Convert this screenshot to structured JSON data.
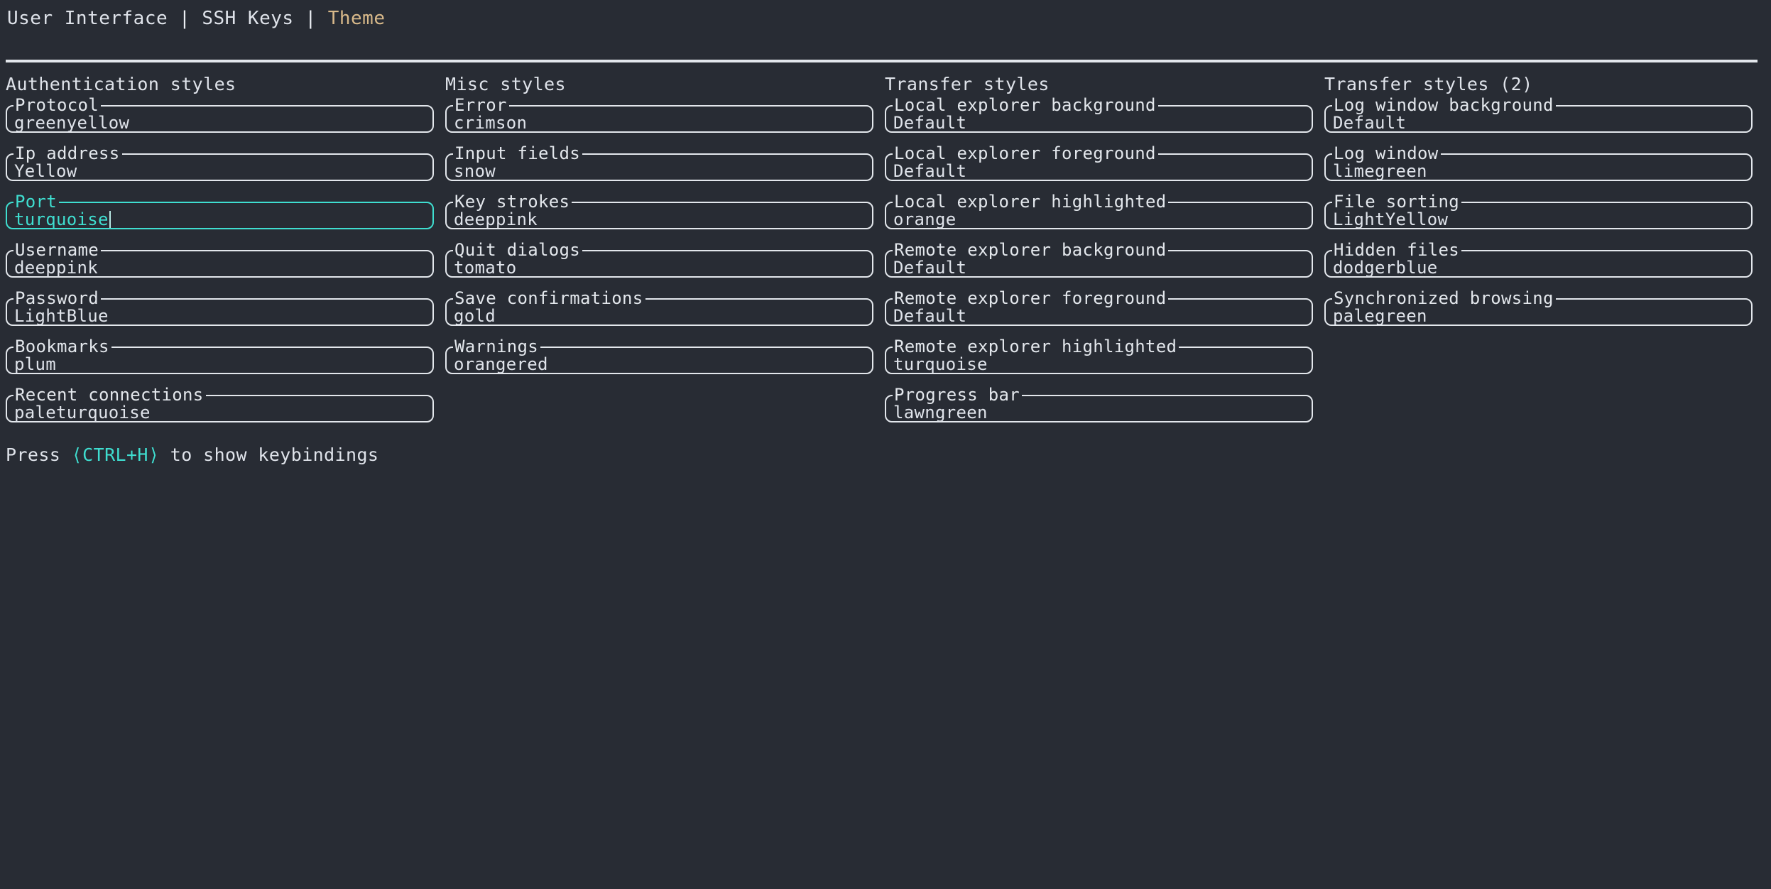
{
  "tabs": [
    {
      "label": "User Interface",
      "active": false
    },
    {
      "label": "SSH Keys",
      "active": false
    },
    {
      "label": "Theme",
      "active": true
    }
  ],
  "tab_separator": "|",
  "colors": {
    "background": "#282c34",
    "foreground": "#dfe3ea",
    "border": "#e3e7ec",
    "accent_focus": "#3fded0",
    "accent_tab_active": "#d8b98a"
  },
  "columns": [
    {
      "title": "Authentication styles",
      "fields": [
        {
          "label": "Protocol",
          "value": "greenyellow",
          "focused": false
        },
        {
          "label": "Ip address",
          "value": "Yellow",
          "focused": false
        },
        {
          "label": "Port",
          "value": "turquoise",
          "focused": true
        },
        {
          "label": "Username",
          "value": "deeppink",
          "focused": false
        },
        {
          "label": "Password",
          "value": "LightBlue",
          "focused": false
        },
        {
          "label": "Bookmarks",
          "value": "plum",
          "focused": false
        },
        {
          "label": "Recent connections",
          "value": "paleturquoise",
          "focused": false
        }
      ]
    },
    {
      "title": "Misc styles",
      "fields": [
        {
          "label": "Error",
          "value": "crimson",
          "focused": false
        },
        {
          "label": "Input fields",
          "value": "snow",
          "focused": false
        },
        {
          "label": "Key strokes",
          "value": "deeppink",
          "focused": false
        },
        {
          "label": "Quit dialogs",
          "value": "tomato",
          "focused": false
        },
        {
          "label": "Save confirmations",
          "value": "gold",
          "focused": false
        },
        {
          "label": "Warnings",
          "value": "orangered",
          "focused": false
        }
      ]
    },
    {
      "title": "Transfer styles",
      "fields": [
        {
          "label": "Local explorer background",
          "value": "Default",
          "focused": false
        },
        {
          "label": "Local explorer foreground",
          "value": "Default",
          "focused": false
        },
        {
          "label": "Local explorer highlighted",
          "value": "orange",
          "focused": false
        },
        {
          "label": "Remote explorer background",
          "value": "Default",
          "focused": false
        },
        {
          "label": "Remote explorer foreground",
          "value": "Default",
          "focused": false
        },
        {
          "label": "Remote explorer highlighted",
          "value": "turquoise",
          "focused": false
        },
        {
          "label": "Progress bar",
          "value": "lawngreen",
          "focused": false
        }
      ]
    },
    {
      "title": "Transfer styles (2)",
      "fields": [
        {
          "label": "Log window background",
          "value": "Default",
          "focused": false
        },
        {
          "label": "Log window",
          "value": "limegreen",
          "focused": false
        },
        {
          "label": "File sorting",
          "value": "LightYellow",
          "focused": false
        },
        {
          "label": "Hidden files",
          "value": "dodgerblue",
          "focused": false
        },
        {
          "label": "Synchronized browsing",
          "value": "palegreen",
          "focused": false
        }
      ]
    }
  ],
  "hint": {
    "prefix": "Press ",
    "key": "⟨CTRL+H⟩",
    "suffix": " to show keybindings"
  }
}
